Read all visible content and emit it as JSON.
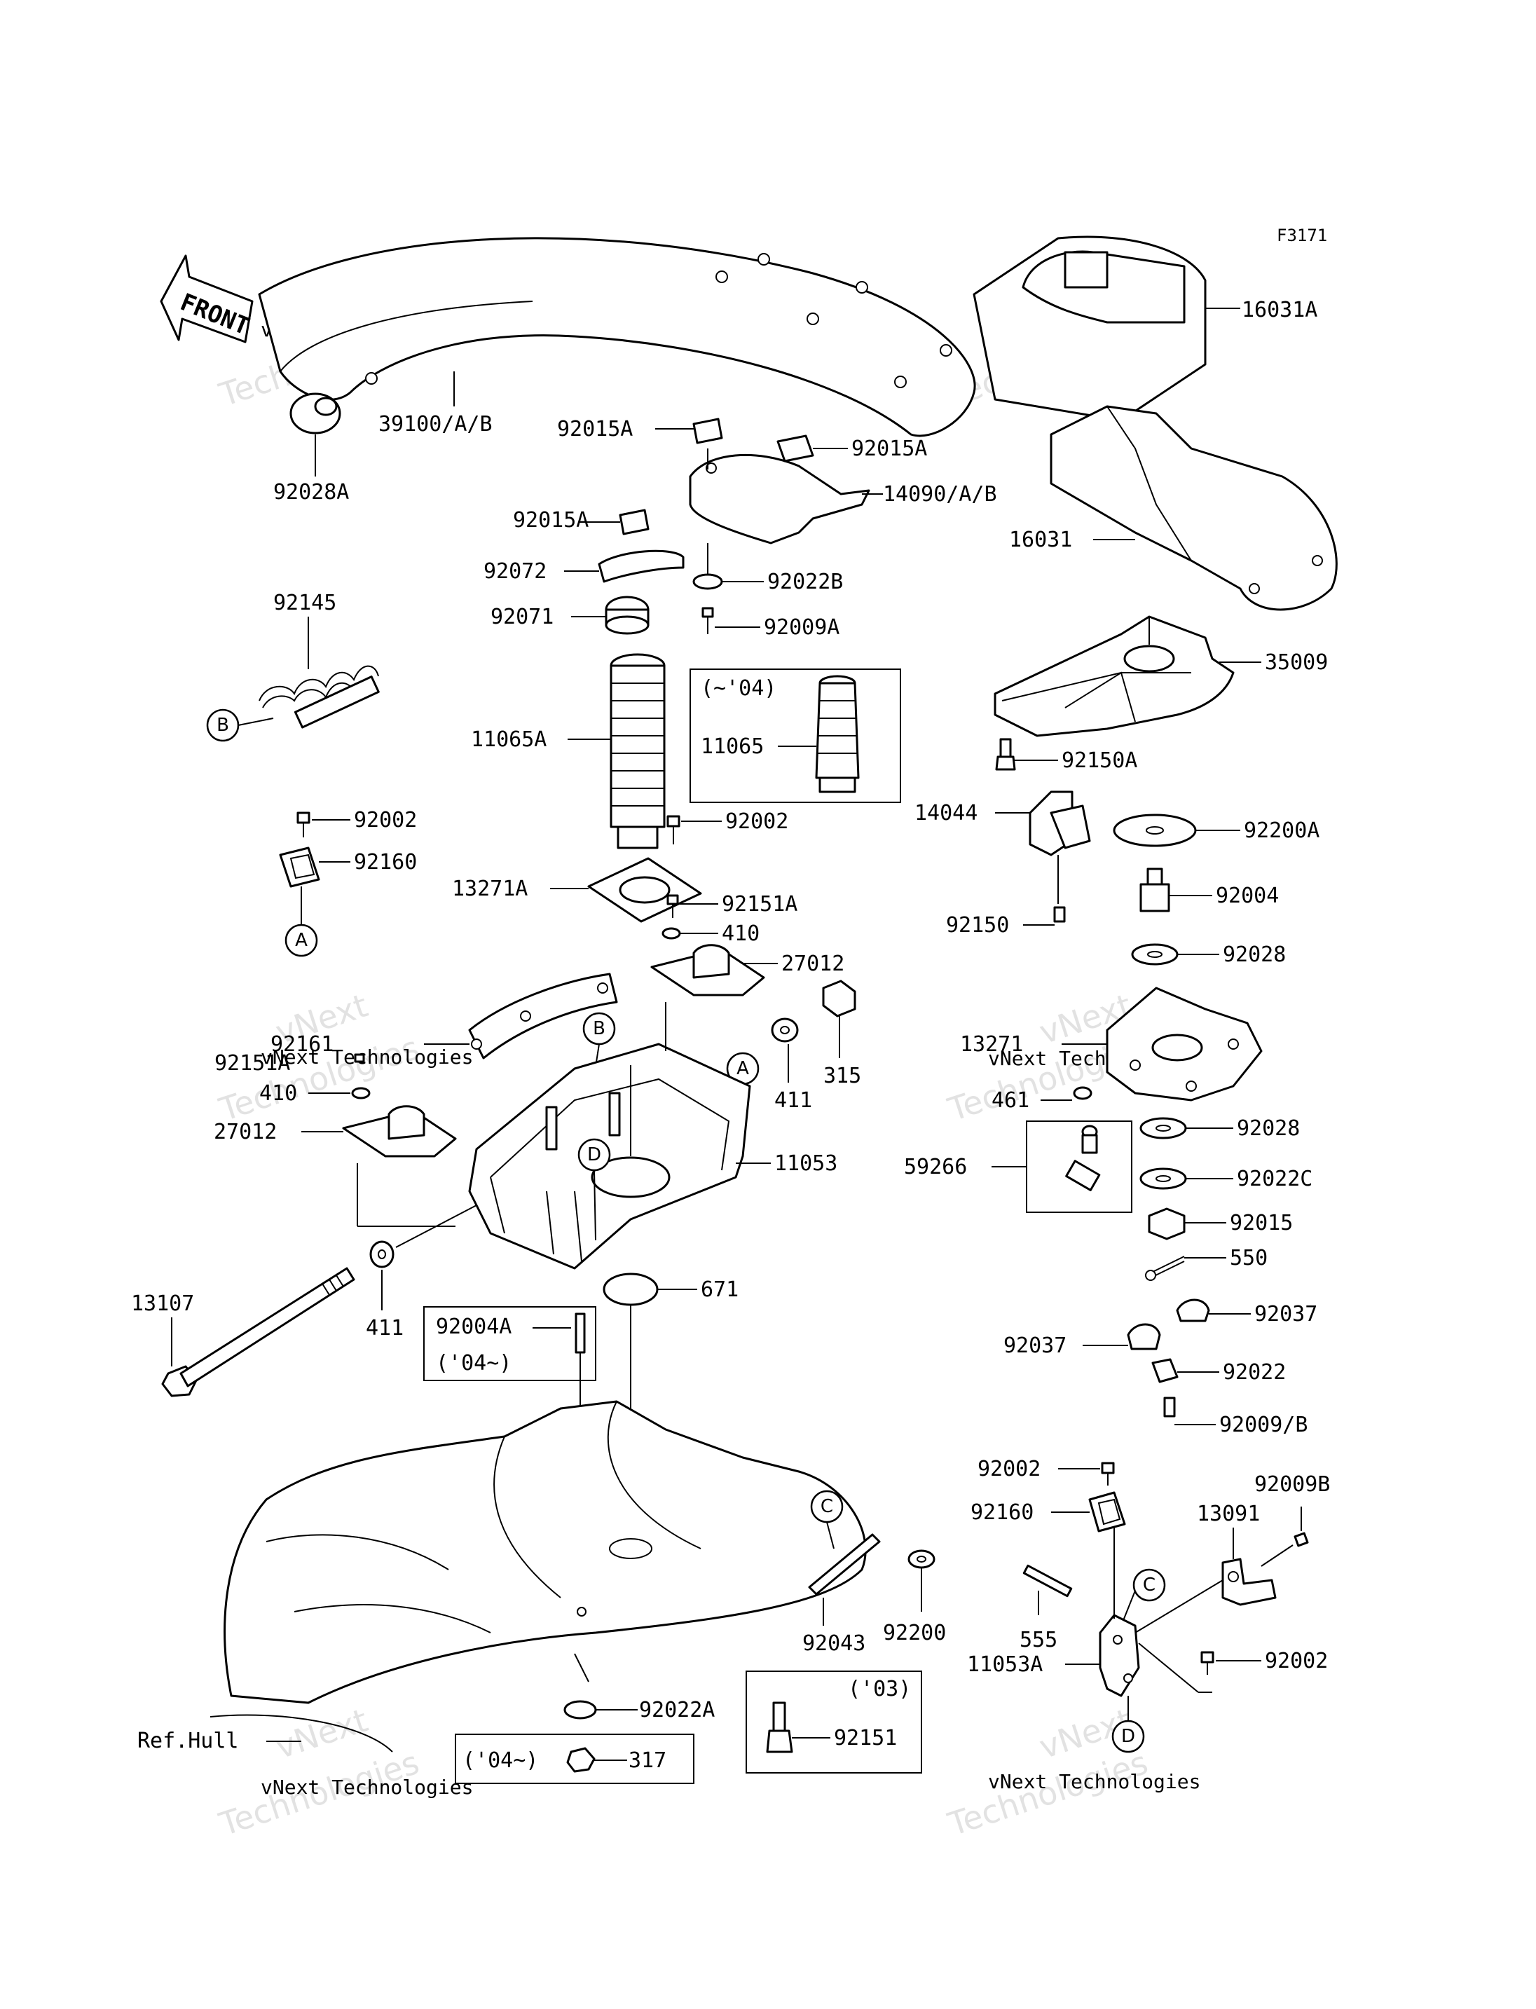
{
  "diagram": {
    "figure_code": "F3171",
    "front_label": "FRONT",
    "watermark_text_1": "vNext",
    "watermark_text_2": "Technologies",
    "watermark_line": "vNext Technologies",
    "callouts": {
      "A": "A",
      "B": "B",
      "C": "C",
      "D": "D"
    },
    "labels": {
      "p16031A": "16031A",
      "p39100": "39100/A/B",
      "p92028A": "92028A",
      "p92015A_1": "92015A",
      "p92015A_2": "92015A",
      "p92015A_3": "92015A",
      "p14090": "14090/A/B",
      "p16031": "16031",
      "p92072": "92072",
      "p92022B": "92022B",
      "p92071": "92071",
      "p92009A": "92009A",
      "p92145": "92145",
      "p11065A": "11065A",
      "p11065": "11065",
      "p04box": "(~'04)",
      "p35009": "35009",
      "p92150A": "92150A",
      "p92002_1": "92002",
      "p92002_2": "92002",
      "p92160_1": "92160",
      "p14044": "14044",
      "p92200A": "92200A",
      "p13271A": "13271A",
      "p92151A_1": "92151A",
      "p410_1": "410",
      "p92004": "92004",
      "p92150": "92150",
      "p27012_1": "27012",
      "p92028_1": "92028",
      "p92161": "92161",
      "p315": "315",
      "p92151A_2": "92151A",
      "p13271": "13271",
      "p411_1": "411",
      "p410_2": "410",
      "p461": "461",
      "p27012_2": "27012",
      "p92028_2": "92028",
      "p11053": "11053",
      "p59266": "59266",
      "p92022C": "92022C",
      "p92015": "92015",
      "p550": "550",
      "p671": "671",
      "p13107": "13107",
      "p92004A": "92004A",
      "p411_2": "411",
      "p04later_1": "('04~)",
      "p92037_1": "92037",
      "p92037_2": "92037",
      "p92022": "92022",
      "p92009B_1": "92009/B",
      "p92002_3": "92002",
      "p92009B_2": "92009B",
      "p92160_2": "92160",
      "p13091": "13091",
      "p92043": "92043",
      "p92200": "92200",
      "p555": "555",
      "p92002_4": "92002",
      "p11053A": "11053A",
      "p92022A": "92022A",
      "p03box": "('03)",
      "pRefHull": "Ref.Hull",
      "p04later_2": "('04~)",
      "p317": "317",
      "p92151": "92151"
    }
  }
}
